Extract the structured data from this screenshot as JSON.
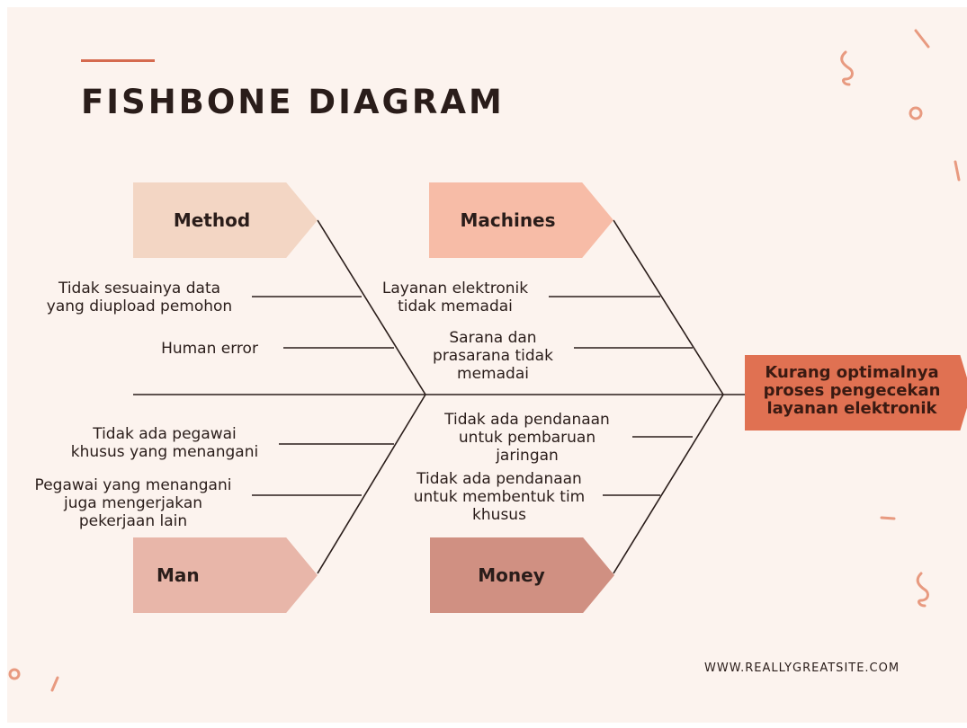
{
  "title": "FISHBONE DIAGRAM",
  "categories": {
    "method": "Method",
    "machines": "Machines",
    "man": "Man",
    "money": "Money"
  },
  "causes": {
    "method": [
      "Tidak sesuainya data\nyang diupload pemohon",
      "Human error"
    ],
    "machines": [
      "Layanan elektronik\ntidak memadai",
      "Sarana dan\nprasarana tidak\nmemadai"
    ],
    "man": [
      "Tidak ada pegawai\nkhusus yang menangani",
      "Pegawai yang menangani\njuga mengerjakan\npekerjaan lain"
    ],
    "money": [
      "Tidak ada pendanaan\nuntuk pembaruan\njaringan",
      "Tidak ada pendanaan\nuntuk membentuk tim\nkhusus"
    ]
  },
  "effect": "Kurang optimalnya\nproses pengecekan\nlayanan elektronik",
  "website": "WWW.REALLYGREATSITE.COM",
  "colors": {
    "background": "#fcf3ee",
    "text": "#2a1d1a",
    "accent": "#d56a4f",
    "method": "#f3d6c4",
    "machines": "#f7bca7",
    "man": "#e8b6a9",
    "money": "#d09082",
    "effect": "#e07152"
  }
}
